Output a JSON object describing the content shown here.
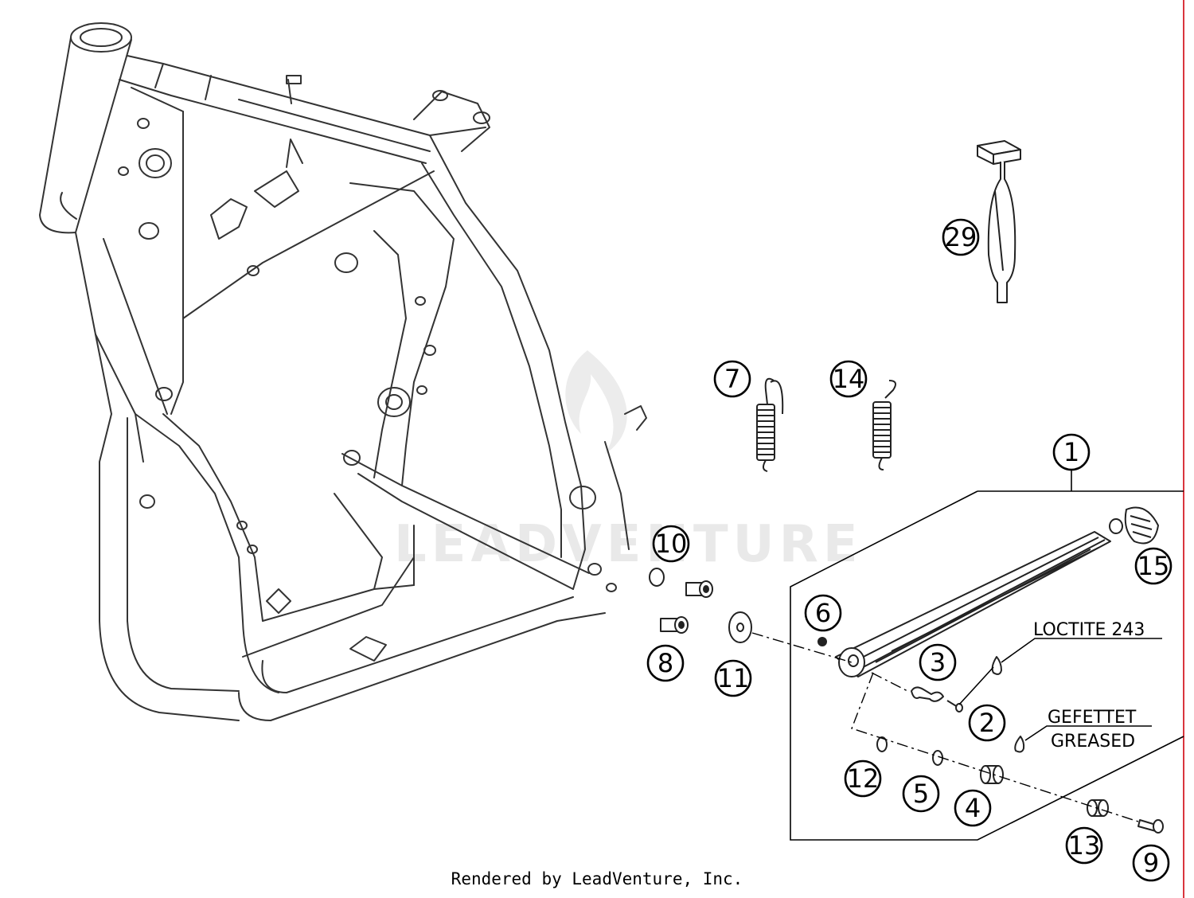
{
  "callouts": {
    "c1": "1",
    "c2": "2",
    "c3": "3",
    "c4": "4",
    "c5": "5",
    "c6": "6",
    "c7": "7",
    "c8": "8",
    "c9": "9",
    "c10": "10",
    "c11": "11",
    "c12": "12",
    "c13": "13",
    "c14": "14",
    "c15": "15",
    "c29": "29"
  },
  "notes": {
    "loctite": "LOCTITE 243",
    "gefettet": "GEFETTET",
    "greased": "GREASED"
  },
  "watermark": "LEADVENTURE",
  "footer": "Rendered by LeadVenture, Inc.",
  "colors": {
    "line": "#222222",
    "margin_line": "#d9363e",
    "watermark": "#e9e9e9"
  }
}
